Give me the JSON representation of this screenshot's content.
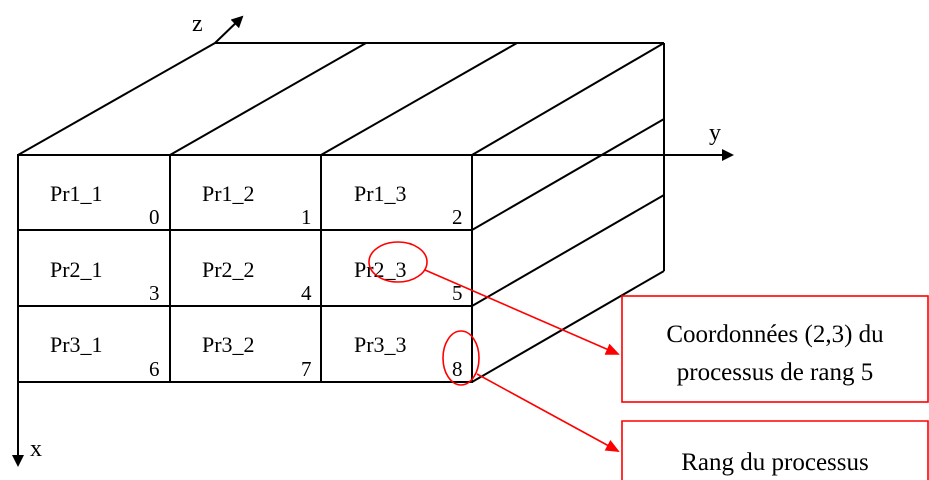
{
  "axes": {
    "z": "z",
    "y": "y",
    "x": "x"
  },
  "grid": {
    "rows": [
      [
        {
          "label": "Pr1_1",
          "rank": "0"
        },
        {
          "label": "Pr1_2",
          "rank": "1"
        },
        {
          "label": "Pr1_3",
          "rank": "2"
        }
      ],
      [
        {
          "label": "Pr2_1",
          "rank": "3"
        },
        {
          "label": "Pr2_2",
          "rank": "4"
        },
        {
          "label": "Pr2_3",
          "rank": "5"
        }
      ],
      [
        {
          "label": "Pr3_1",
          "rank": "6"
        },
        {
          "label": "Pr3_2",
          "rank": "7"
        },
        {
          "label": "Pr3_3",
          "rank": "8"
        }
      ]
    ]
  },
  "callouts": {
    "coords": {
      "line1": "Coordonnées (2,3) du",
      "line2": "processus de rang 5"
    },
    "rank": {
      "line1": "Rang du processus"
    }
  },
  "colors": {
    "annotation": "#ff0000",
    "lines": "#000000"
  }
}
